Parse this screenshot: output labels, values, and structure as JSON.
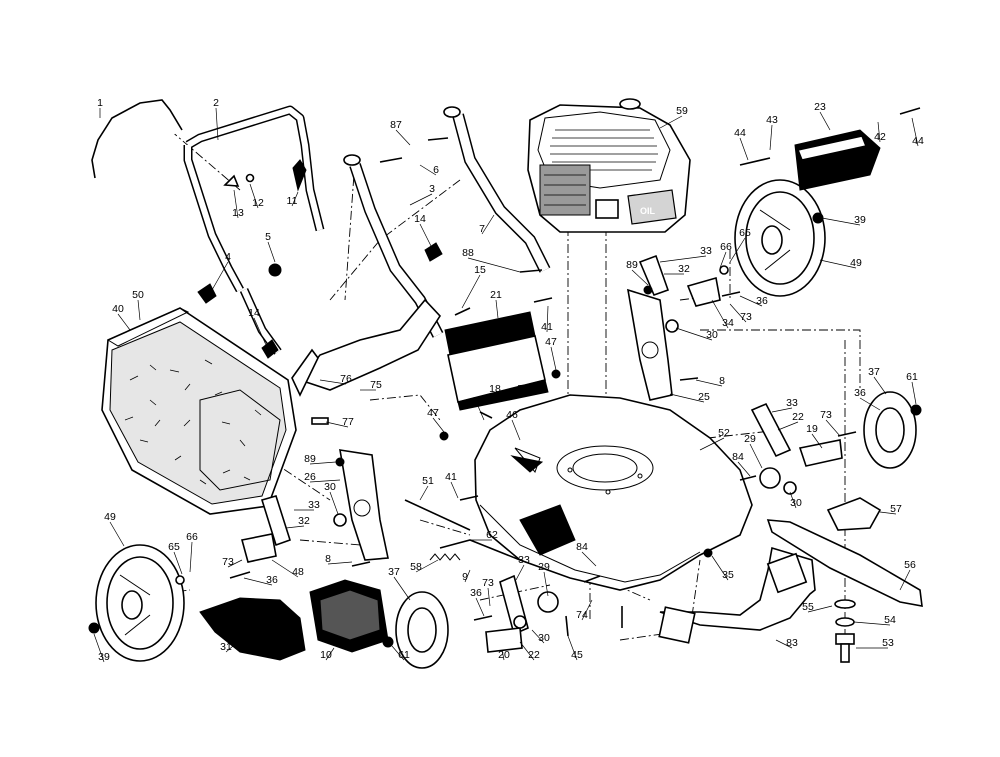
{
  "engine_stamp": "OIL",
  "callouts": [
    {
      "n": "1"
    },
    {
      "n": "2"
    },
    {
      "n": "87"
    },
    {
      "n": "6"
    },
    {
      "n": "3"
    },
    {
      "n": "59"
    },
    {
      "n": "43"
    },
    {
      "n": "23"
    },
    {
      "n": "42"
    },
    {
      "n": "44"
    },
    {
      "n": "44"
    },
    {
      "n": "13"
    },
    {
      "n": "12"
    },
    {
      "n": "11"
    },
    {
      "n": "39"
    },
    {
      "n": "7"
    },
    {
      "n": "14"
    },
    {
      "n": "5"
    },
    {
      "n": "33"
    },
    {
      "n": "65"
    },
    {
      "n": "66"
    },
    {
      "n": "49"
    },
    {
      "n": "88"
    },
    {
      "n": "32"
    },
    {
      "n": "89"
    },
    {
      "n": "4"
    },
    {
      "n": "15"
    },
    {
      "n": "36"
    },
    {
      "n": "50"
    },
    {
      "n": "21"
    },
    {
      "n": "34"
    },
    {
      "n": "73"
    },
    {
      "n": "40"
    },
    {
      "n": "14"
    },
    {
      "n": "41"
    },
    {
      "n": "30"
    },
    {
      "n": "47"
    },
    {
      "n": "76"
    },
    {
      "n": "75"
    },
    {
      "n": "8"
    },
    {
      "n": "37"
    },
    {
      "n": "61"
    },
    {
      "n": "18"
    },
    {
      "n": "25"
    },
    {
      "n": "36"
    },
    {
      "n": "35"
    },
    {
      "n": "33"
    },
    {
      "n": "47"
    },
    {
      "n": "46"
    },
    {
      "n": "77"
    },
    {
      "n": "22"
    },
    {
      "n": "73"
    },
    {
      "n": "19"
    },
    {
      "n": "52"
    },
    {
      "n": "29"
    },
    {
      "n": "89"
    },
    {
      "n": "84"
    },
    {
      "n": "26"
    },
    {
      "n": "41"
    },
    {
      "n": "51"
    },
    {
      "n": "30"
    },
    {
      "n": "30"
    },
    {
      "n": "33"
    },
    {
      "n": "32"
    },
    {
      "n": "57"
    },
    {
      "n": "49"
    },
    {
      "n": "62"
    },
    {
      "n": "65"
    },
    {
      "n": "66"
    },
    {
      "n": "73"
    },
    {
      "n": "84"
    },
    {
      "n": "8"
    },
    {
      "n": "58"
    },
    {
      "n": "33"
    },
    {
      "n": "29"
    },
    {
      "n": "56"
    },
    {
      "n": "35"
    },
    {
      "n": "48"
    },
    {
      "n": "9"
    },
    {
      "n": "37"
    },
    {
      "n": "73"
    },
    {
      "n": "36"
    },
    {
      "n": "74"
    },
    {
      "n": "36"
    },
    {
      "n": "55"
    },
    {
      "n": "54"
    },
    {
      "n": "45"
    },
    {
      "n": "30"
    },
    {
      "n": "31"
    },
    {
      "n": "10"
    },
    {
      "n": "83"
    },
    {
      "n": "39"
    },
    {
      "n": "61"
    },
    {
      "n": "20"
    },
    {
      "n": "22"
    },
    {
      "n": "53"
    }
  ]
}
